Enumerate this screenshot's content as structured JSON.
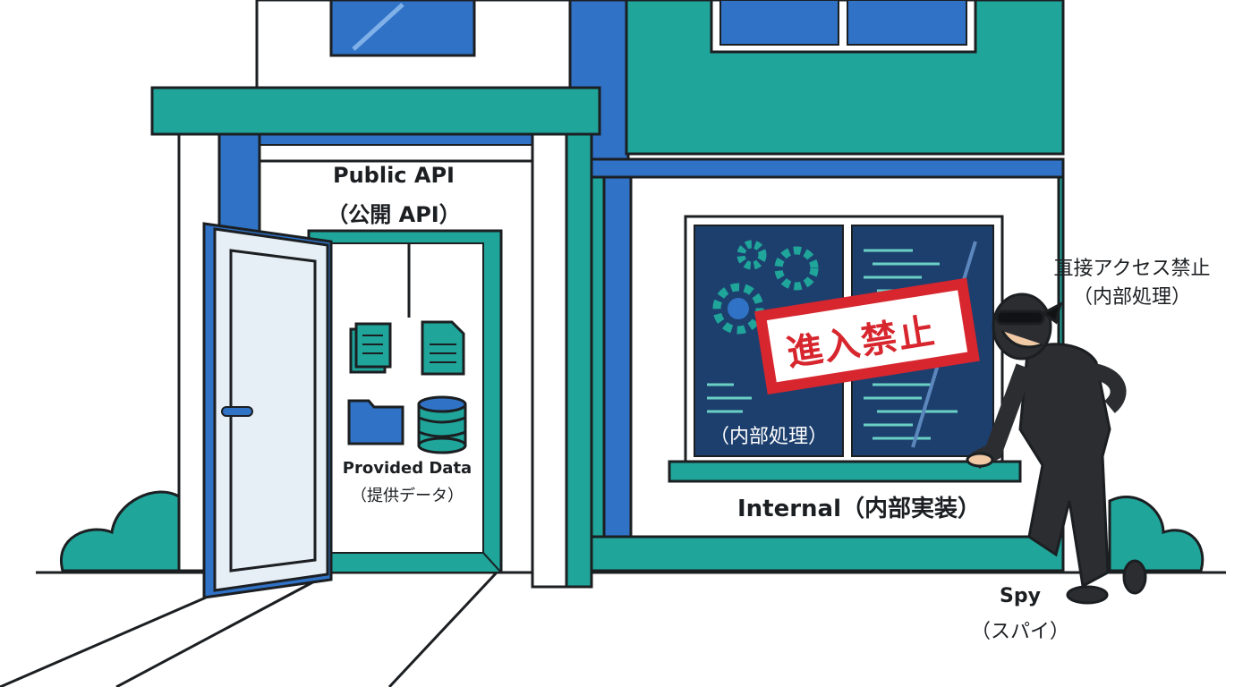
{
  "labels": {
    "public_api": "Public API",
    "public_api_jp": "（公開 API）",
    "provided_data": "Provided Data",
    "provided_data_jp": "（提供データ）",
    "internal_window_jp": "（内部処理）",
    "internal_impl": "Internal（内部実装）",
    "no_entry_sign": "進入禁止",
    "no_direct_access": "直接アクセス禁止",
    "no_direct_access_jp": "（内部処理）",
    "spy": "Spy",
    "spy_jp": "（スパイ）"
  },
  "colors": {
    "teal": "#1fa59a",
    "blue": "#2f72c6",
    "navy": "#1d3f6e",
    "outline": "#1c1f22",
    "sign_red": "#d7262e",
    "door_panel": "#e6eef6"
  },
  "icons": [
    "document-icon",
    "document-icon",
    "folder-icon",
    "database-icon",
    "gear-icon",
    "code-screen-icon"
  ]
}
